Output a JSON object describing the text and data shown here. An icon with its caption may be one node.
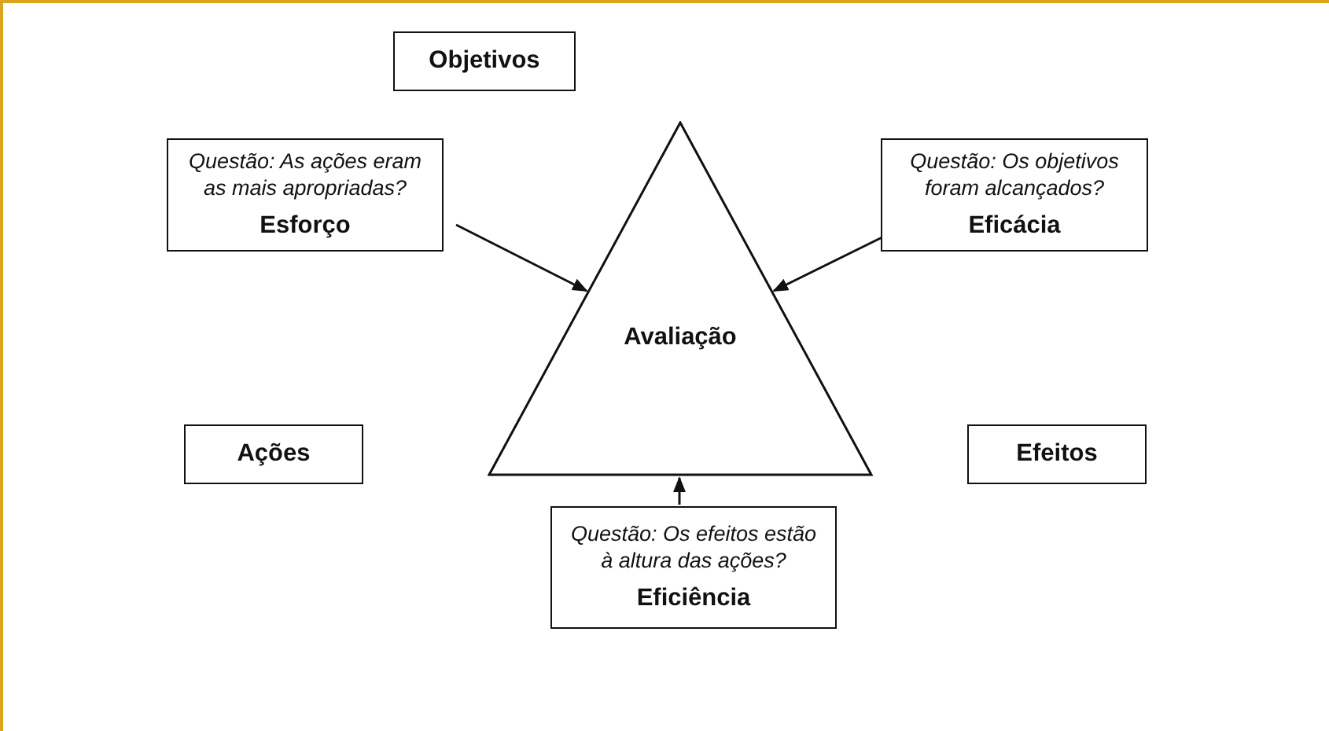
{
  "diagram": {
    "nodes": [
      {
        "text": [
          "Objetivos"
        ]
      },
      {
        "text": [
          "Questão: As ações eram as mais apropriadas?",
          "Esforço"
        ]
      },
      {
        "text": [
          "Questão: Os objetivos foram alcançados?",
          "Eficácia"
        ]
      },
      {
        "text": [
          "Avaliação"
        ]
      },
      {
        "text": [
          "Ações"
        ]
      },
      {
        "text": [
          "Questão: Os efeitos estão à altura das ações?",
          "Eficiência"
        ]
      },
      {
        "text": [
          "Efeitos"
        ]
      }
    ],
    "edges": [
      {
        "from": 1,
        "to": 3,
        "arrow": "to"
      },
      {
        "from": 2,
        "to": 3,
        "arrow": "to"
      },
      {
        "from": 5,
        "to": 3,
        "arrow": "to"
      }
    ]
  }
}
